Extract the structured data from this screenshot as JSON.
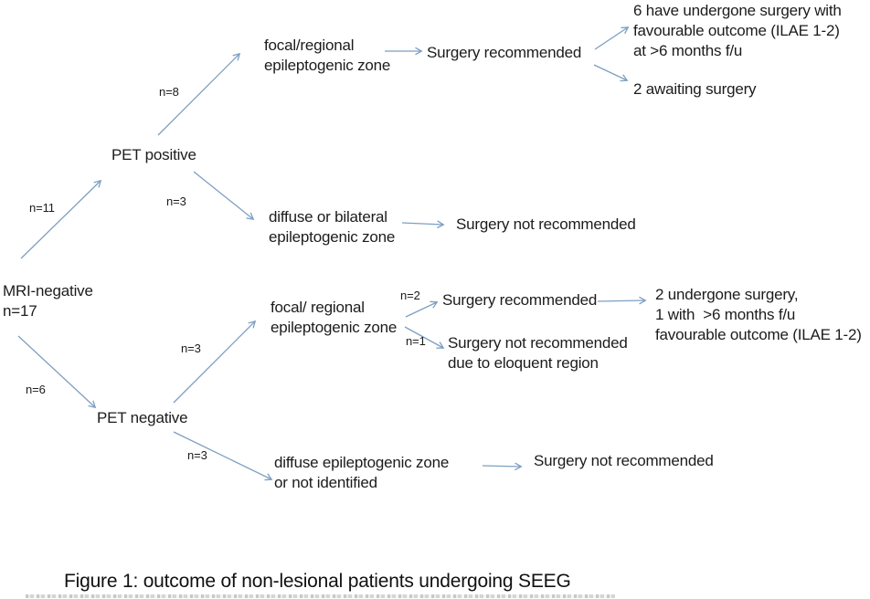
{
  "figure": {
    "caption": "Figure 1: outcome of non-lesional patients undergoing SEEG",
    "arrow_color": "#7e9fc2",
    "text_color": "#1c1c1c",
    "background_color": "#ffffff"
  },
  "nodes": {
    "mri": "MRI-negative\nn=17",
    "pet_positive": "PET positive",
    "pet_negative": "PET negative",
    "focal_regional_top": "focal/regional\nepileptogenic zone",
    "surgery_recommended_top": "Surgery recommended",
    "outcome_surgery_6": "6 have undergone surgery with\nfavourable outcome (ILAE 1-2)\nat >6 months f/u",
    "awaiting_surgery": "2 awaiting surgery",
    "diffuse_bilateral": "diffuse or bilateral\nepileptogenic zone",
    "surgery_not_recommended_top": "Surgery not recommended",
    "focal_regional_mid": "focal/ regional\nepileptogenic zone",
    "surgery_recommended_mid": "Surgery recommended",
    "outcome_surgery_2": "2 undergone surgery,\n1 with  >6 months f/u\nfavourable outcome (ILAE 1-2)",
    "surgery_not_eloquent": "Surgery not recommended\ndue to eloquent region",
    "diffuse_not_identified": "diffuse epileptogenic zone\nor not identified",
    "surgery_not_recommended_bottom": "Surgery not recommended"
  },
  "edge_labels": {
    "n11": "n=11",
    "n8": "n=8",
    "n3_pet_positive": "n=3",
    "n6": "n=6",
    "n3_pet_negative_upper": "n=3",
    "n2": "n=2",
    "n1": "n=1",
    "n3_pet_negative_lower": "n=3"
  }
}
